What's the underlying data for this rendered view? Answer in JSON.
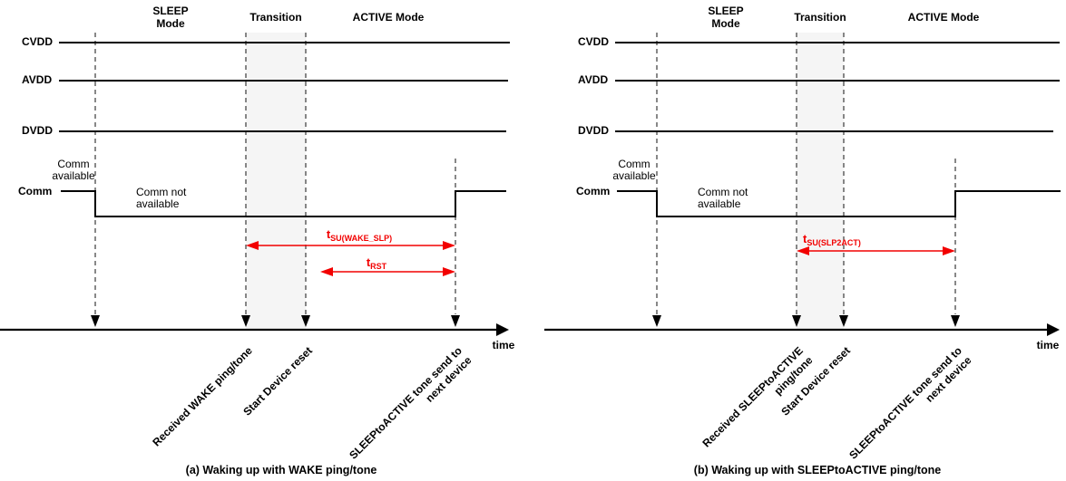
{
  "colors": {
    "accent_red": "#f20000",
    "line_black": "#000000",
    "transition_band": "#f5f5f5"
  },
  "panels": [
    {
      "caption": "(a) Waking up with WAKE ping/tone",
      "modes": {
        "sleep_line1": "SLEEP",
        "sleep_line2": "Mode",
        "transition": "Transition",
        "active": "ACTIVE Mode"
      },
      "signals": {
        "cvdd": "CVDD",
        "avdd": "AVDD",
        "dvdd": "DVDD",
        "comm": "Comm"
      },
      "comm_notes": {
        "available_line1": "Comm",
        "available_line2": "available",
        "not_available_line1": "Comm not",
        "not_available_line2": "available"
      },
      "timing": [
        {
          "main": "t",
          "sub": "SU(WAKE_SLP)"
        },
        {
          "main": "t",
          "sub": "RST"
        }
      ],
      "axis": {
        "time_label": "time"
      },
      "ticks": [
        {
          "line1": "Received WAKE ping/tone",
          "line2": ""
        },
        {
          "line1": "Start Device reset",
          "line2": ""
        },
        {
          "line1": "SLEEPtoACTIVE tone send to",
          "line2": "next device"
        }
      ]
    },
    {
      "caption": "(b) Waking up with SLEEPtoACTIVE ping/tone",
      "modes": {
        "sleep_line1": "SLEEP",
        "sleep_line2": "Mode",
        "transition": "Transition",
        "active": "ACTIVE Mode"
      },
      "signals": {
        "cvdd": "CVDD",
        "avdd": "AVDD",
        "dvdd": "DVDD",
        "comm": "Comm"
      },
      "comm_notes": {
        "available_line1": "Comm",
        "available_line2": "available",
        "not_available_line1": "Comm not",
        "not_available_line2": "available"
      },
      "timing": [
        {
          "main": "t",
          "sub": "SU(SLP2ACT)"
        }
      ],
      "axis": {
        "time_label": "time"
      },
      "ticks": [
        {
          "line1": "Received SLEEPtoACTIVE",
          "line2": "ping/tone"
        },
        {
          "line1": "Start Device reset",
          "line2": ""
        },
        {
          "line1": "SLEEPtoACTIVE tone send to",
          "line2": "next device"
        }
      ]
    }
  ]
}
